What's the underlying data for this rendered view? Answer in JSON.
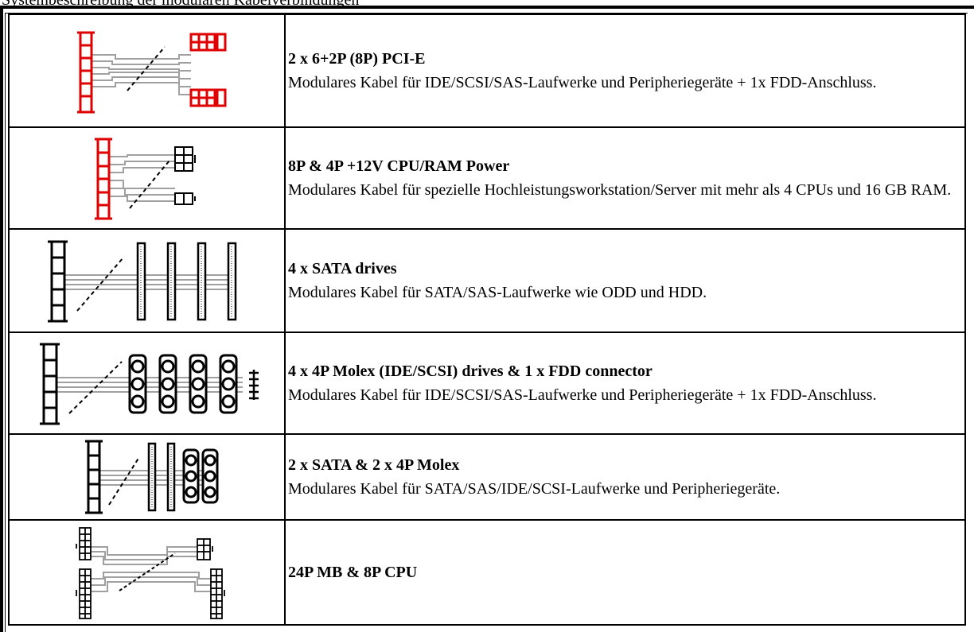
{
  "header_fragment": "Systembeschreibung der modularen Kabelverbindungen",
  "rows": [
    {
      "title": "2 x 6+2P (8P) PCI-E",
      "description": "Modulares Kabel für IDE/SCSI/SAS-Laufwerke und Peripheriegeräte + 1x FDD-Anschluss.",
      "icon": "pcie-cable-icon"
    },
    {
      "title": "8P & 4P +12V CPU/RAM Power",
      "description": "Modulares Kabel für spezielle Hochleistungsworkstation/Server mit mehr als 4 CPUs und 16 GB RAM.",
      "icon": "cpu-ram-cable-icon"
    },
    {
      "title": "4 x SATA drives",
      "description": "Modulares Kabel für SATA/SAS-Laufwerke wie ODD und HDD.",
      "icon": "sata-cable-icon"
    },
    {
      "title": "4 x 4P Molex (IDE/SCSI) drives & 1 x FDD connector",
      "description": "Modulares Kabel für IDE/SCSI/SAS-Laufwerke und Peripheriegeräte + 1x FDD-Anschluss.",
      "icon": "molex-fdd-cable-icon"
    },
    {
      "title": "2 x SATA & 2 x 4P Molex",
      "description": "Modulares Kabel für SATA/SAS/IDE/SCSI-Laufwerke und Peripheriegeräte.",
      "icon": "sata-molex-cable-icon"
    },
    {
      "title": "24P MB & 8P CPU",
      "description": "",
      "icon": "mb-cpu-cable-icon"
    }
  ],
  "colors": {
    "red_connector": "#e00000",
    "cable": "#a0a0a0"
  }
}
